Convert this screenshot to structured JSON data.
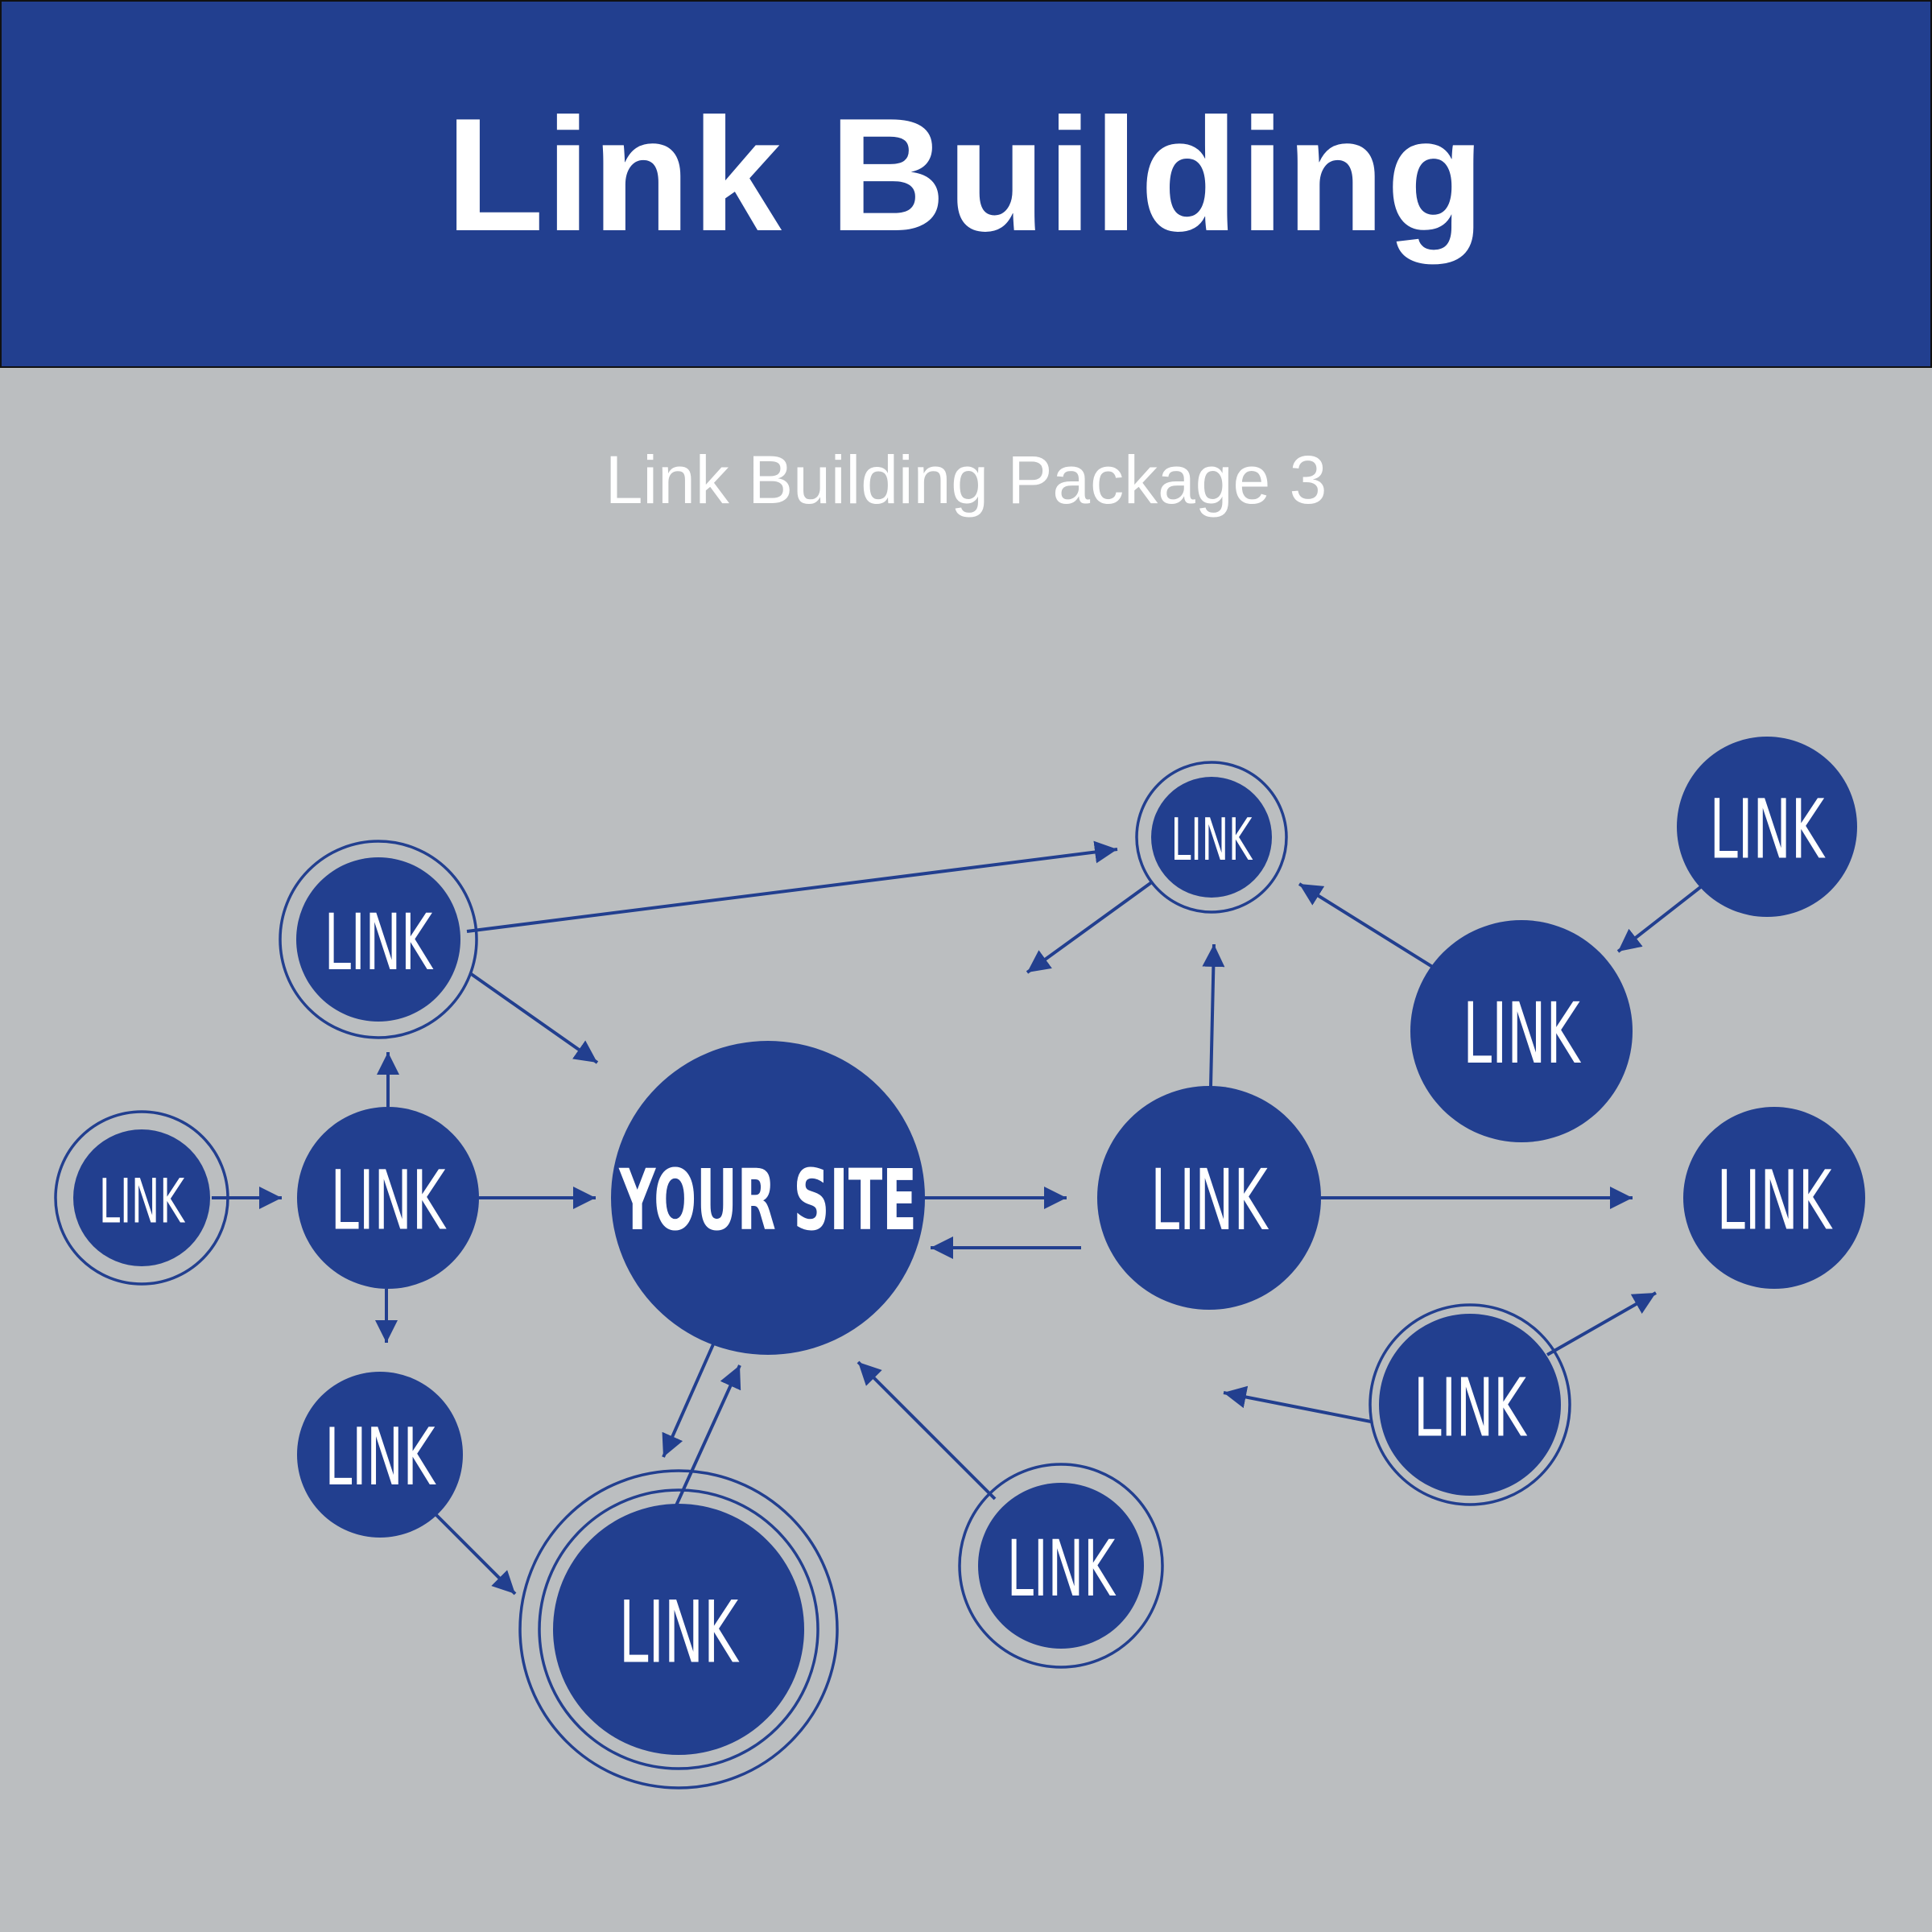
{
  "header": {
    "title": "Link Building"
  },
  "subtitle": "Link Building Package 3",
  "colors": {
    "brand": "#223f8f",
    "background": "#bbbec0",
    "text": "#ffffff"
  },
  "nodes": {
    "center": {
      "label": "YOUR SITE"
    },
    "link_top_left": {
      "label": "LINK"
    },
    "link_far_left": {
      "label": "LINK"
    },
    "link_left": {
      "label": "LINK"
    },
    "link_bottom_left": {
      "label": "LINK"
    },
    "link_bottom_big": {
      "label": "LINK"
    },
    "link_bottom_mid": {
      "label": "LINK"
    },
    "link_right": {
      "label": "LINK"
    },
    "link_top_mid": {
      "label": "LINK"
    },
    "link_top_right": {
      "label": "LINK"
    },
    "link_right_upper": {
      "label": "LINK"
    },
    "link_far_right": {
      "label": "LINK"
    },
    "link_bottom_right": {
      "label": "LINK"
    }
  }
}
